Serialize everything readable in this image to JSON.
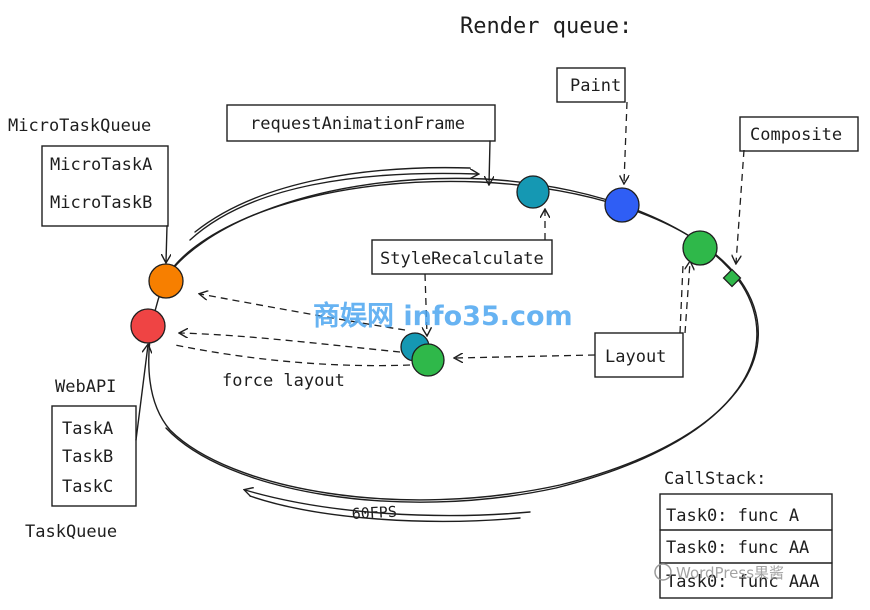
{
  "title": "Render queue:",
  "microtask_queue": {
    "label": "MicroTaskQueue",
    "items": [
      "MicroTaskA",
      "MicroTaskB"
    ]
  },
  "raf_label": "requestAnimationFrame",
  "paint_label": "Paint",
  "composite_label": "Composite",
  "style_recalc_label": "StyleRecalculate",
  "layout_label": "Layout",
  "force_layout_label": "force layout",
  "webapi_label": "WebAPI",
  "task_queue": {
    "label": "TaskQueue",
    "items": [
      "TaskA",
      "TaskB",
      "TaskC"
    ]
  },
  "fps_label": "60FPS",
  "callstack": {
    "label": "CallStack:",
    "items": [
      "Task0: func A",
      "Task0: func AA",
      "Task0: func AAA"
    ]
  },
  "watermark": "商娱网 info35.com",
  "watermark2": "WordPress果酱",
  "colors": {
    "orange": "#f77f00",
    "red": "#ef4444",
    "teal": "#1598b3",
    "blue": "#2f5ef5",
    "green": "#2fb84a",
    "watermark": "#4da6f0"
  }
}
